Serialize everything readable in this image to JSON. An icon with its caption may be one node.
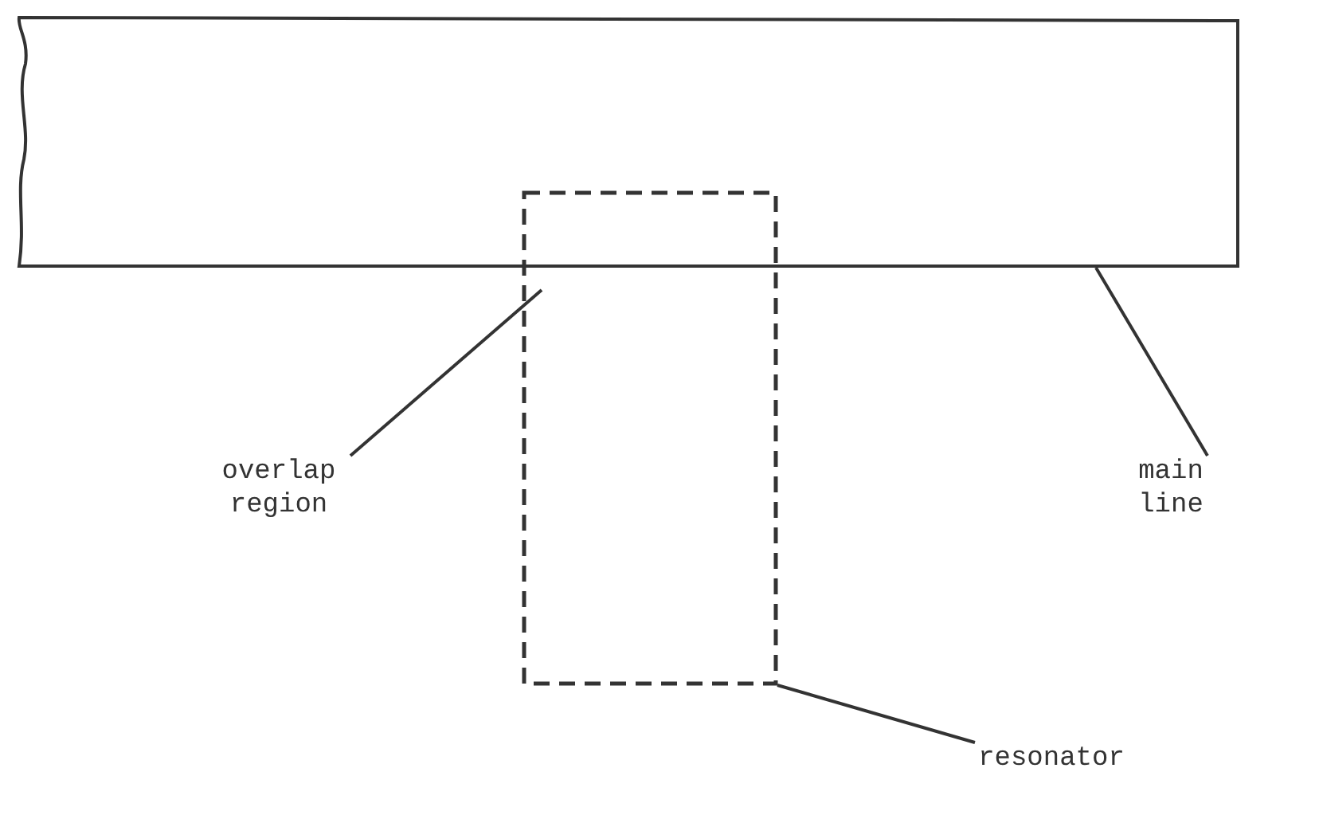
{
  "diagram": {
    "nodes": [
      {
        "text": [],
        "shape": "box"
      },
      {
        "text": [],
        "shape": "box"
      },
      {
        "text": [
          "overlap region"
        ]
      },
      {
        "text": [
          "main line"
        ]
      },
      {
        "text": [
          "resonator"
        ]
      }
    ],
    "edges": [
      {
        "from": 2,
        "to": 1,
        "arrow": "none"
      },
      {
        "from": 3,
        "to": 0,
        "arrow": "none"
      },
      {
        "from": 4,
        "to": 1,
        "arrow": "none"
      }
    ]
  }
}
